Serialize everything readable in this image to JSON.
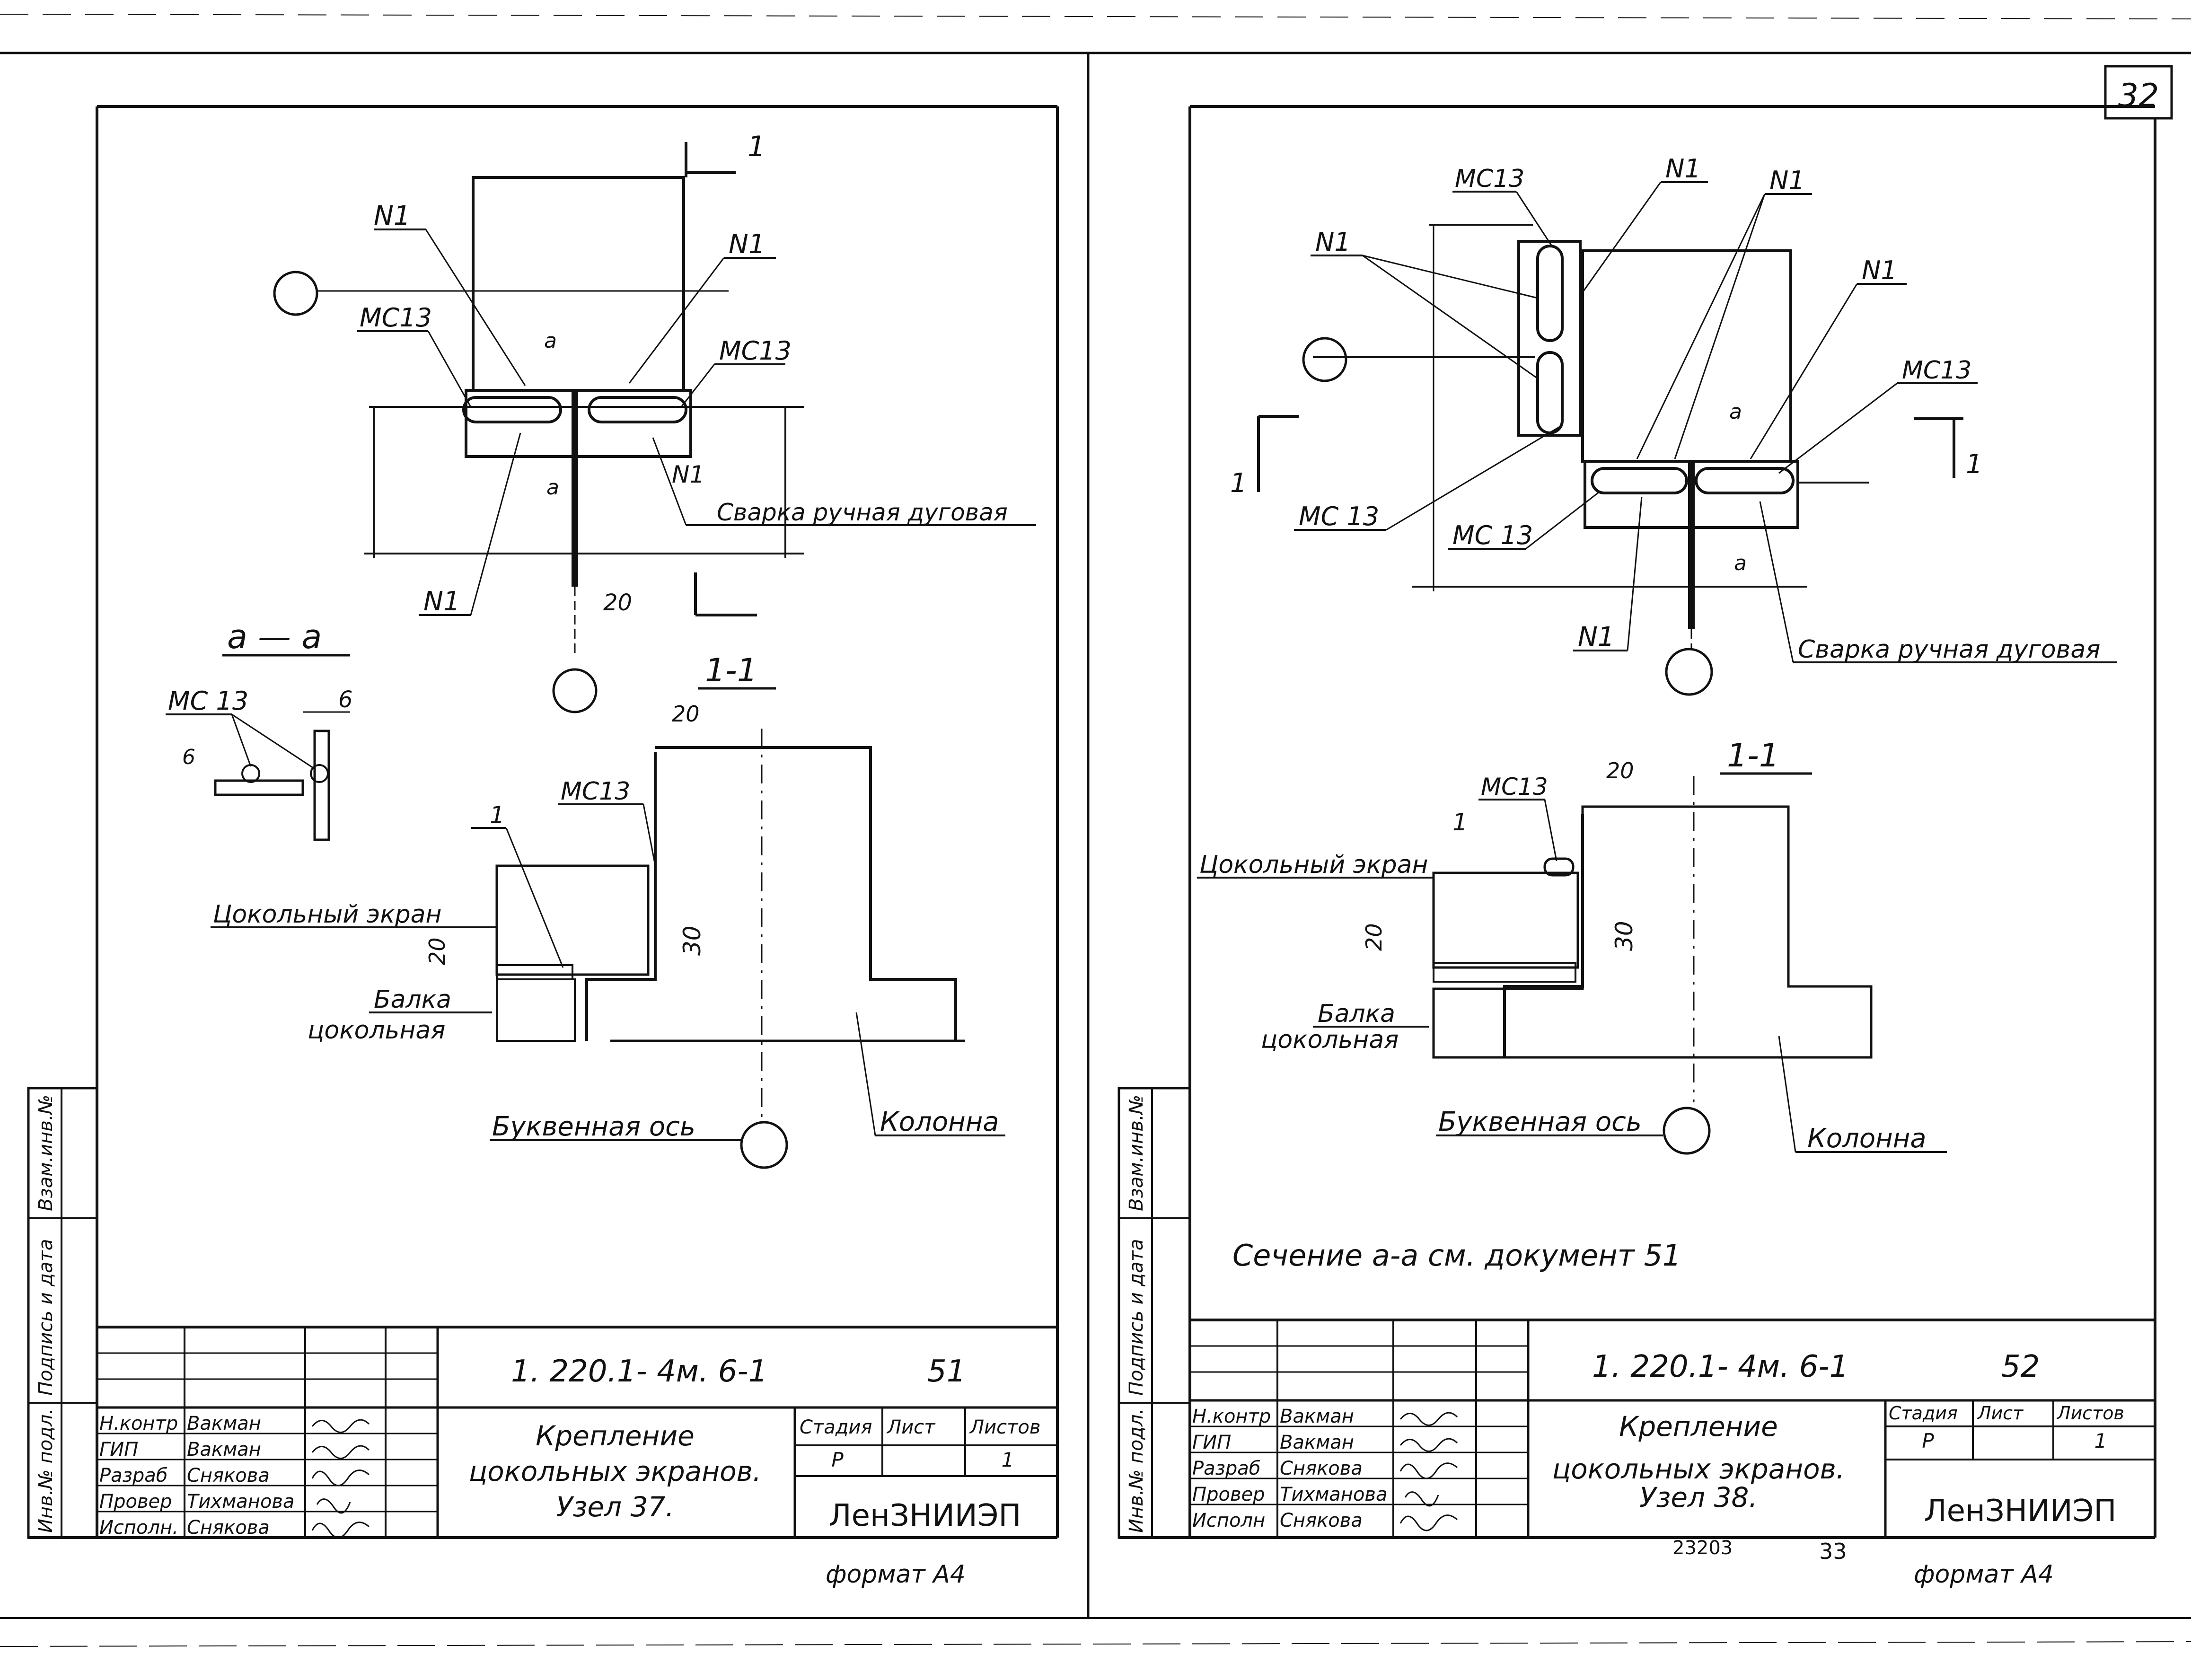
{
  "page_number": "32",
  "sheet_left": {
    "section_aa_title": "а — а",
    "section_11_title": "1-1",
    "cut_marker": "1",
    "labels": {
      "n1_a": "N1",
      "n1_b": "N1",
      "n1_c": "N1",
      "mc13_left": "МС13",
      "mc13_right": "МС13",
      "mc13_aa": "МС 13",
      "mc13_sec": "МС13",
      "weld": "Сварка ручная дуговая",
      "dim_20": "20",
      "dim_6a": "6",
      "dim_6b": "6",
      "dim_20_sec": "20",
      "dim_20_left": "20",
      "dim_30": "30",
      "a_mark1": "а",
      "a_mark2": "а",
      "plinth_screen": "Цокольный экран",
      "beam1": "Балка",
      "beam2": "цокольная",
      "axis": "Буквенная ось",
      "column": "Колонна",
      "one": "1"
    },
    "title_block": {
      "doc_code": "1. 220.1- 4м. 6-1",
      "doc_no": "51",
      "title1": "Крепление",
      "title2": "цокольных экранов.",
      "title3": "Узел 37.",
      "stage_hdr": "Стадия",
      "sheet_hdr": "Лист",
      "sheets_hdr": "Листов",
      "stage": "Р",
      "sheet": "",
      "sheets": "1",
      "org": "ЛенЗНИИЭП",
      "roles": [
        "Н.контр",
        "ГИП",
        "Разраб",
        "Провер",
        "Исполн."
      ],
      "names": [
        "Вакман",
        "Вакман",
        "Снякова",
        "Тихманова",
        "Снякова"
      ],
      "side": [
        "Взам.инв.№",
        "Подпись и дата",
        "Инв.№ подл."
      ],
      "format": "формат А4"
    }
  },
  "sheet_right": {
    "section_11_title": "1-1",
    "labels": {
      "mc13_top": "МС13",
      "n1_top": "N1",
      "n1_top2": "N1",
      "n1_left": "N1",
      "n1_right": "N1",
      "mc13_right": "МС13",
      "mc13_left1": "МС 13",
      "mc13_left2": "МС 13",
      "n1_bottom": "N1",
      "weld": "Сварка ручная дуговая",
      "a_mark1": "а",
      "a_mark2": "а",
      "mc13_sec": "МС13",
      "dim_20": "20",
      "dim_20_left": "20",
      "dim_30": "30",
      "plinth_screen": "Цокольный экран",
      "beam1": "Балка",
      "beam2": "цокольная",
      "axis": "Буквенная ось",
      "column": "Колонна",
      "one_a": "1",
      "one_b": "1",
      "note": "Сечение а-а см. документ 51"
    },
    "title_block": {
      "doc_code": "1. 220.1- 4м. 6-1",
      "doc_no": "52",
      "title1": "Крепление",
      "title2": "цокольных экранов.",
      "title3": "Узел 38.",
      "stage_hdr": "Стадия",
      "sheet_hdr": "Лист",
      "sheets_hdr": "Листов",
      "stage": "Р",
      "sheet": "",
      "sheets": "1",
      "org": "ЛенЗНИИЭП",
      "roles": [
        "Н.контр",
        "ГИП",
        "Разраб",
        "Провер",
        "Исполн"
      ],
      "names": [
        "Вакман",
        "Вакман",
        "Снякова",
        "Тихманова",
        "Снякова"
      ],
      "side": [
        "Взам.инв.№",
        "Подпись и дата",
        "Инв.№ подл."
      ],
      "stamp1": "23203",
      "stamp2": "33",
      "format": "формат А4"
    }
  }
}
